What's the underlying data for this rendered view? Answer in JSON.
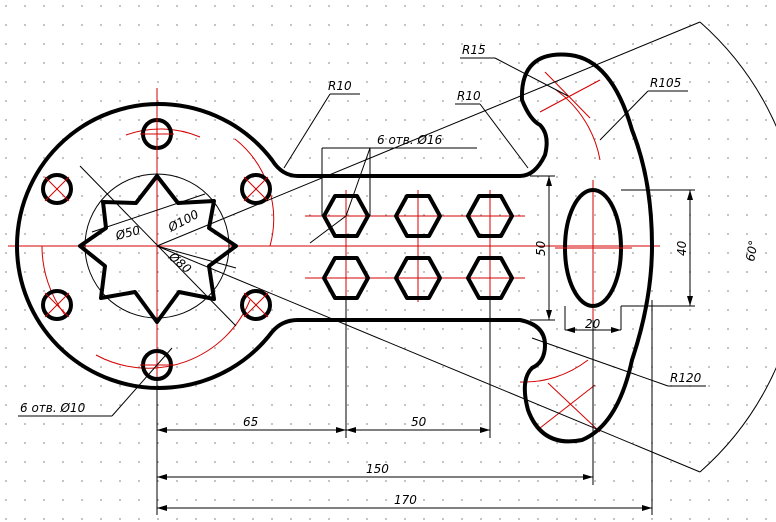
{
  "labels": {
    "r15": "R15",
    "r10_a": "R10",
    "r10_b": "R10",
    "r105": "R105",
    "r120": "R120",
    "holes16": "6  отв. Ø16",
    "holes10": "6  отв. Ø10",
    "d100": "Ø100",
    "d50": "Ø50",
    "d80": "Ø80",
    "dim50v": "50",
    "dim40v": "40",
    "dim20": "20",
    "dim65": "65",
    "dim50h": "50",
    "dim150": "150",
    "dim170": "170",
    "angle60": "60°"
  },
  "colors": {
    "contour": "#000000",
    "axis": "#d40000",
    "grid_dot": "#9a9a9a",
    "background": "#ffffff"
  }
}
